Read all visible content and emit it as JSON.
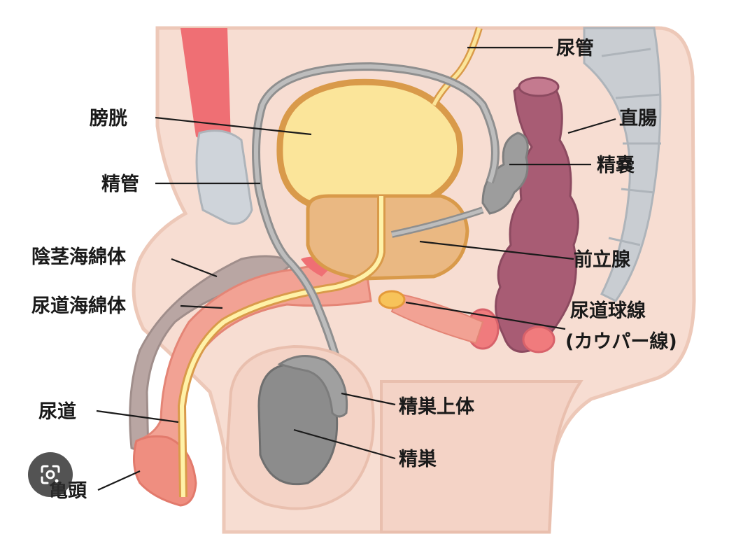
{
  "diagram": {
    "labels": {
      "nyokan": "尿管",
      "boukou": "膀胱",
      "chokuchou": "直腸",
      "seikan": "精管",
      "seinou": "精嚢",
      "inkei_kaimentai": "陰茎海綿体",
      "zenritsusen": "前立腺",
      "nyoudou_kaimentai": "尿道海綿体",
      "nyoudou_kyusen": "尿道球線",
      "cowper": "(カウパー線)",
      "seisou_joutai": "精巣上体",
      "nyoudou": "尿道",
      "seisou": "精巣",
      "kitou": "亀頭"
    }
  },
  "overlay": {
    "lens_icon": "lens-search-icon"
  },
  "colors": {
    "background": "#ffffff",
    "body_skin": "#f7ddd2",
    "skin_outline": "#edc8b8",
    "bladder_fill": "#fbe59a",
    "bladder_wall": "#d99a4a",
    "prostate": "#eab882",
    "urethra": "#fff2a8",
    "vas_deferens": "#a9a9a9",
    "rectum": "#a85c74",
    "spine": "#c9cdd2",
    "pubic_bone": "#cfd4da",
    "penis_pink": "#f2a294",
    "testis": "#8c8c8c",
    "artery": "#ef6f74"
  }
}
